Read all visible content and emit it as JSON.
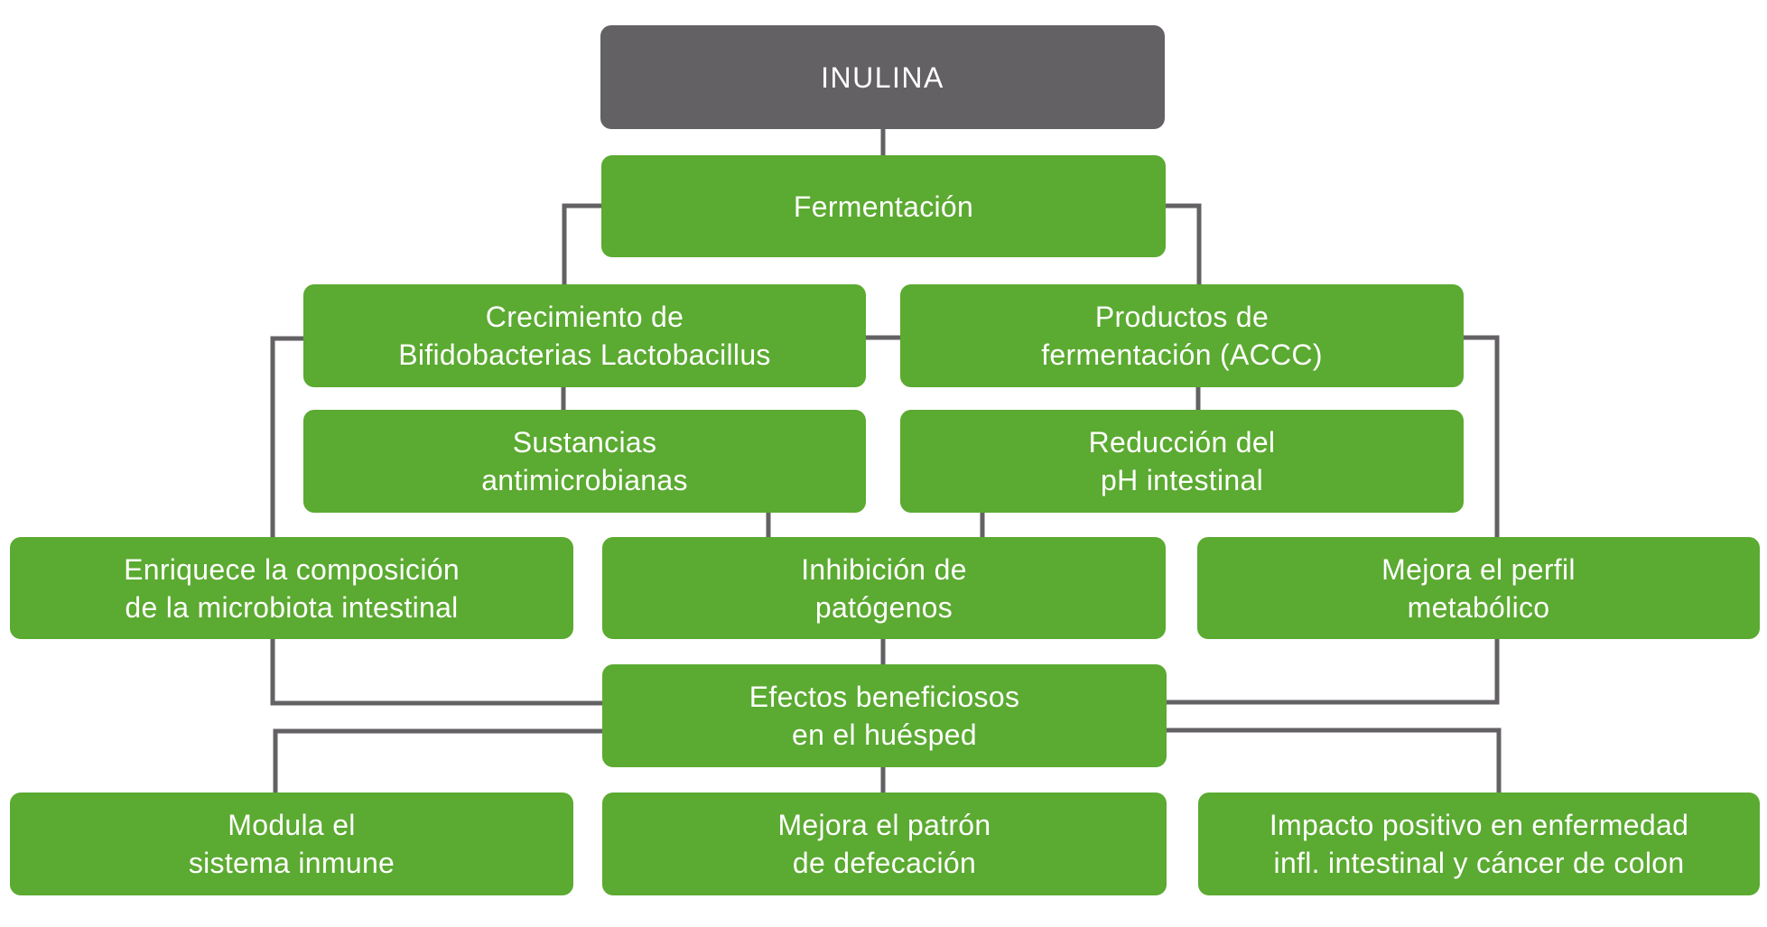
{
  "diagram": {
    "type": "flowchart",
    "colors": {
      "root": "#636164",
      "node": "#5BAA31",
      "connector": "#636164",
      "text": "#FFFFFF"
    },
    "nodes": {
      "inulina": {
        "lines": [
          "INULINA"
        ]
      },
      "fermentacion": {
        "lines": [
          "Fermentación"
        ]
      },
      "crecimiento": {
        "lines": [
          "Crecimiento de",
          "Bifidobacterias Lactobacillus"
        ]
      },
      "productos": {
        "lines": [
          "Productos de",
          "fermentación (ACCC)"
        ]
      },
      "sustancias": {
        "lines": [
          "Sustancias",
          "antimicrobianas"
        ]
      },
      "reduccion": {
        "lines": [
          "Reducción del",
          "pH intestinal"
        ]
      },
      "enriquece": {
        "lines": [
          "Enriquece la composición",
          "de la microbiota intestinal"
        ]
      },
      "inhibicion": {
        "lines": [
          "Inhibición de",
          "patógenos"
        ]
      },
      "perfil": {
        "lines": [
          "Mejora el perfil",
          "metabólico"
        ]
      },
      "efectos": {
        "lines": [
          "Efectos beneficiosos",
          "en el huésped"
        ]
      },
      "modula": {
        "lines": [
          "Modula el",
          "sistema inmune"
        ]
      },
      "defecacion": {
        "lines": [
          "Mejora el patrón",
          "de defecación"
        ]
      },
      "impacto": {
        "lines": [
          "Impacto positivo en enfermedad",
          "infl. intestinal y cáncer de colon"
        ]
      }
    },
    "edges": [
      [
        "inulina",
        "fermentacion"
      ],
      [
        "fermentacion",
        "crecimiento"
      ],
      [
        "fermentacion",
        "productos"
      ],
      [
        "crecimiento",
        "productos"
      ],
      [
        "crecimiento",
        "sustancias"
      ],
      [
        "productos",
        "reduccion"
      ],
      [
        "crecimiento",
        "enriquece"
      ],
      [
        "productos",
        "perfil"
      ],
      [
        "sustancias",
        "inhibicion"
      ],
      [
        "reduccion",
        "inhibicion"
      ],
      [
        "inhibicion",
        "efectos"
      ],
      [
        "enriquece",
        "efectos"
      ],
      [
        "perfil",
        "efectos"
      ],
      [
        "efectos",
        "modula"
      ],
      [
        "efectos",
        "defecacion"
      ],
      [
        "efectos",
        "impacto"
      ]
    ]
  }
}
